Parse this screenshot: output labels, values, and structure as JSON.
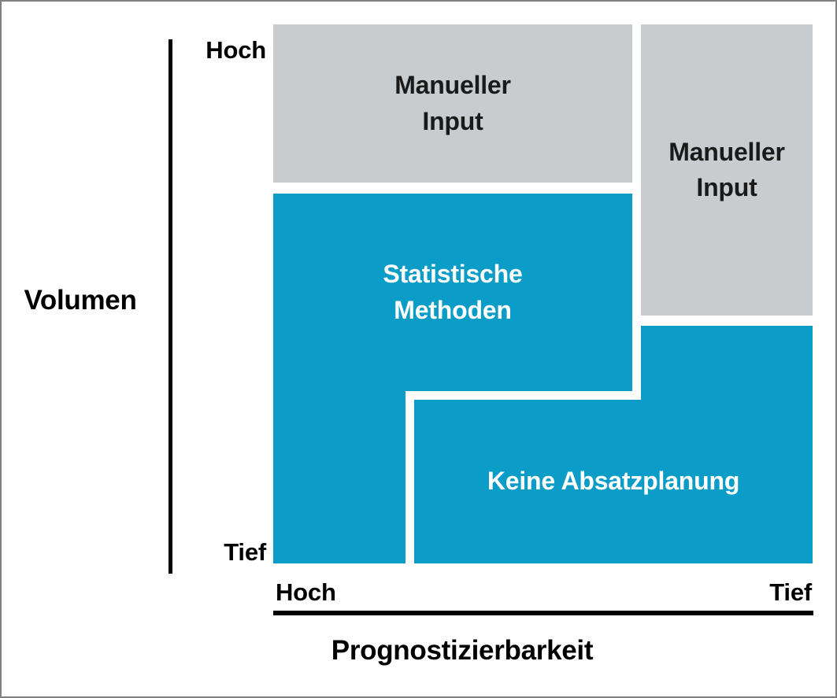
{
  "chart_data": {
    "type": "heatmap",
    "title": "",
    "xlabel": "Prognostizierbarkeit",
    "ylabel": "Volumen",
    "x_tick_labels": [
      "Hoch",
      "Tief"
    ],
    "y_tick_labels": [
      "Hoch",
      "Tief"
    ],
    "grid": false,
    "legend_position": "none",
    "colors": {
      "gray": "#c8ccce",
      "blue": "#0b9dc8",
      "axis": "#000000",
      "gray_text": "#1a1a1a",
      "blue_text": "#ffffff",
      "background": "#ffffff",
      "border": "#808080"
    },
    "regions": [
      {
        "id": "manual-input-left",
        "label": "Manueller\nInput",
        "color": "gray",
        "volume": "Hoch",
        "predictability": "Hoch"
      },
      {
        "id": "manual-input-right",
        "label": "Manueller\nInput",
        "color": "gray",
        "volume": "Hoch",
        "predictability": "Tief"
      },
      {
        "id": "statistical-methods",
        "label": "Statistische\nMethoden",
        "color": "blue",
        "volume": "Hoch bis Tief",
        "predictability": "Hoch"
      },
      {
        "id": "no-sales-planning",
        "label": "Keine Absatzplanung",
        "color": "blue",
        "volume": "Tief",
        "predictability": "Tief"
      }
    ]
  },
  "axes": {
    "y": {
      "title": "Volumen",
      "top_label": "Hoch",
      "bottom_label": "Tief"
    },
    "x": {
      "title": "Prognostizierbarkeit",
      "left_label": "Hoch",
      "right_label": "Tief"
    }
  },
  "cells": {
    "manual_input_left": "Manueller\nInput",
    "manual_input_right": "Manueller\nInput",
    "statistical_methods": "Statistische\nMethoden",
    "no_sales_planning": "Keine Absatzplanung"
  }
}
